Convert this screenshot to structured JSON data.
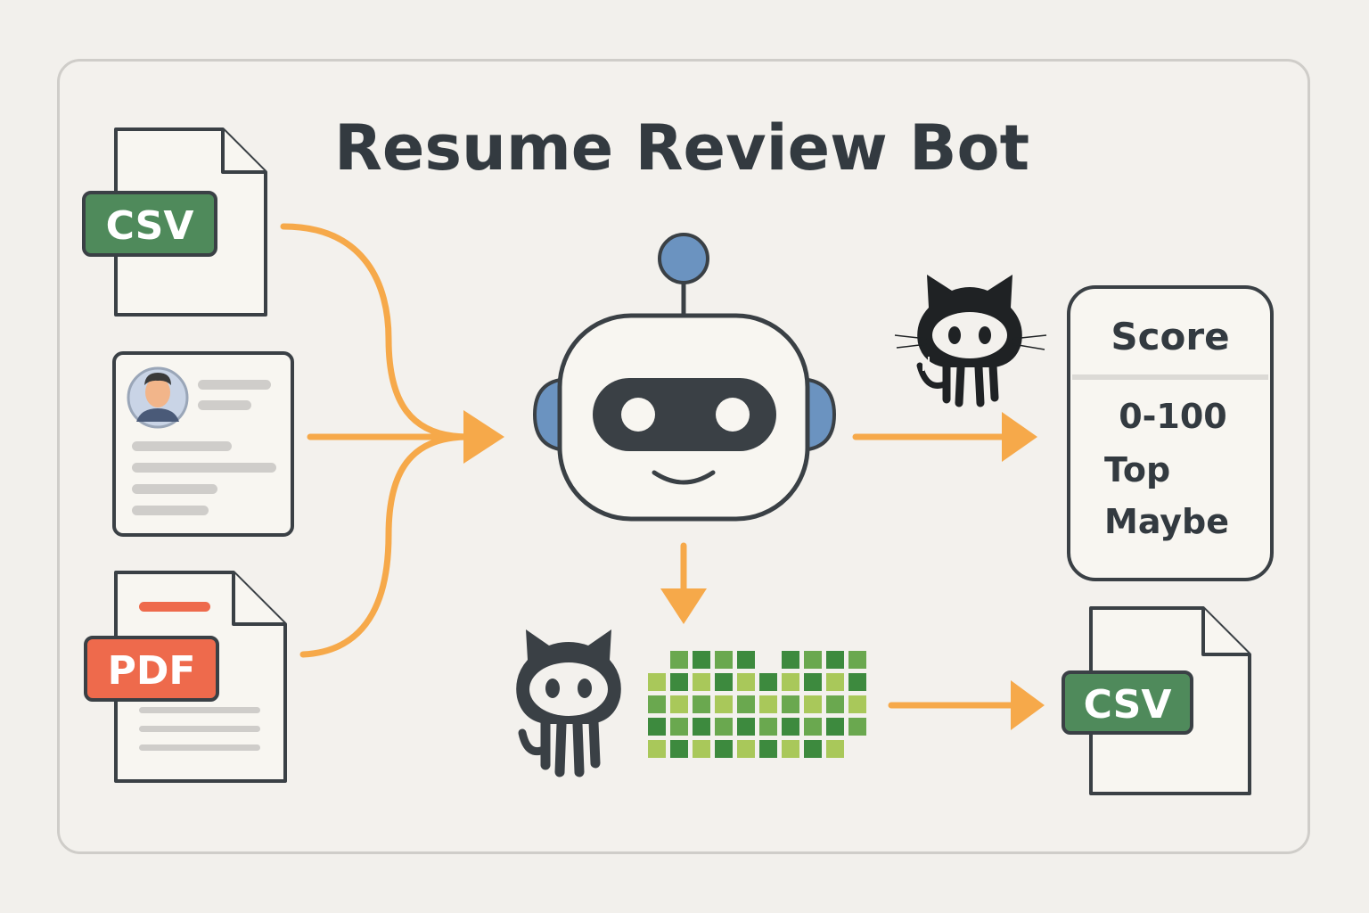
{
  "title": "Resume Review Bot",
  "inputs": {
    "csv_badge": "CSV",
    "pdf_badge": "PDF"
  },
  "score_card": {
    "heading": "Score",
    "range": "0-100",
    "item_top": "Top",
    "item_maybe": "Maybe"
  },
  "output": {
    "csv_badge": "CSV"
  },
  "icons": {
    "robot": "robot-icon",
    "github_top": "github-octocat-icon",
    "github_bottom": "github-octocat-icon",
    "contributions": "contribution-grid-icon"
  },
  "colors": {
    "arrow": "#f6a94a",
    "outline": "#3a4045",
    "csv_green": "#4f8a5b",
    "pdf_red": "#ee6a4c",
    "robot_blue": "#6b93c0",
    "grid_dark": "#3d8a3e",
    "grid_mid": "#6aa84f",
    "grid_light": "#a9c85a"
  }
}
